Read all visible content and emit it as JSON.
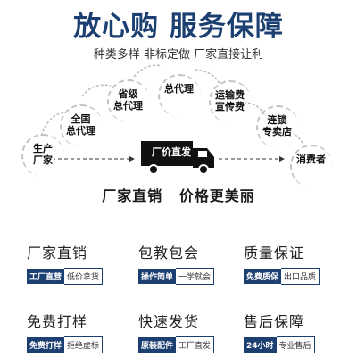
{
  "header": {
    "title": "放心购 服务保障",
    "subtitle": "种类多样 非标定做 厂家直接让利"
  },
  "flow": {
    "nodes": [
      {
        "lines": [
          "生产",
          "厂家"
        ]
      },
      {
        "lines": [
          "全国",
          "总代理"
        ]
      },
      {
        "lines": [
          "省级",
          "总代理"
        ]
      },
      {
        "lines": [
          "总代理"
        ]
      },
      {
        "lines": [
          "运输费",
          "宣传费"
        ]
      },
      {
        "lines": [
          "连锁",
          "专卖店"
        ]
      },
      {
        "lines": [
          "消费者"
        ]
      }
    ],
    "truck_label": "厂价直发"
  },
  "slogan": {
    "left": "厂家直销",
    "right": "价格更美丽"
  },
  "features": [
    {
      "title": "厂家直销",
      "tag": "工厂直营",
      "desc": "低价拿货"
    },
    {
      "title": "包教包会",
      "tag": "操作简单",
      "desc": "一学就会"
    },
    {
      "title": "质量保证",
      "tag": "免费质保",
      "desc": "出口品质"
    },
    {
      "title": "免费打样",
      "tag": "免费打样",
      "desc": "拒绝虚标"
    },
    {
      "title": "快速发货",
      "tag": "原装配件",
      "desc": "工厂直发"
    },
    {
      "title": "售后保障",
      "tag": "24小时",
      "desc": "专业售后"
    }
  ],
  "colors": {
    "brand": "#1c3f72",
    "truck": "#111111"
  }
}
